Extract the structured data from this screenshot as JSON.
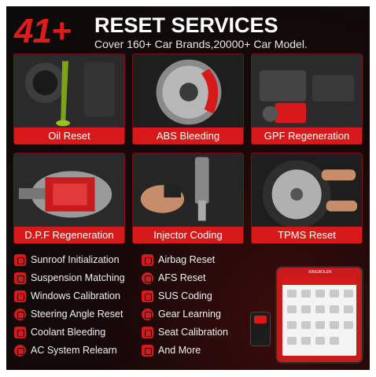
{
  "header": {
    "count": "41+",
    "title": "RESET SERVICES",
    "subtitle": "Cover 160+ Car Brands,20000+ Car Model."
  },
  "tiles": [
    {
      "label": "Oil Reset",
      "icon": "oil-icon"
    },
    {
      "label": "ABS Bleeding",
      "icon": "brake-disc-icon"
    },
    {
      "label": "GPF Regeneration",
      "icon": "engine-icon"
    },
    {
      "label": "D.P.F Regeneration",
      "icon": "filter-icon"
    },
    {
      "label": "Injector Coding",
      "icon": "injector-icon"
    },
    {
      "label": "TPMS Reset",
      "icon": "wheel-icon"
    }
  ],
  "features_left": [
    {
      "label": "Sunroof Initialization",
      "icon": "sunroof-icon"
    },
    {
      "label": "Suspension Matching",
      "icon": "suspension-icon"
    },
    {
      "label": "Windows Calibration",
      "icon": "window-icon"
    },
    {
      "label": "Steering Angle Reset",
      "icon": "steering-wheel-icon"
    },
    {
      "label": "Coolant Bleeding",
      "icon": "coolant-icon"
    },
    {
      "label": "AC System Relearn",
      "icon": "ac-icon"
    }
  ],
  "features_right": [
    {
      "label": "Airbag Reset",
      "icon": "airbag-icon"
    },
    {
      "label": "AFS Reset",
      "icon": "headlight-icon"
    },
    {
      "label": "SUS Coding",
      "icon": "sus-icon"
    },
    {
      "label": "Gear Learning",
      "icon": "gear-icon"
    },
    {
      "label": "Seat Calibration",
      "icon": "seat-icon"
    },
    {
      "label": "And More",
      "icon": "more-icon"
    }
  ],
  "device": {
    "brand": "KINGBOLEN"
  },
  "colors": {
    "accent": "#d71919",
    "background": "#0b0b0b",
    "text": "#ffffff"
  }
}
